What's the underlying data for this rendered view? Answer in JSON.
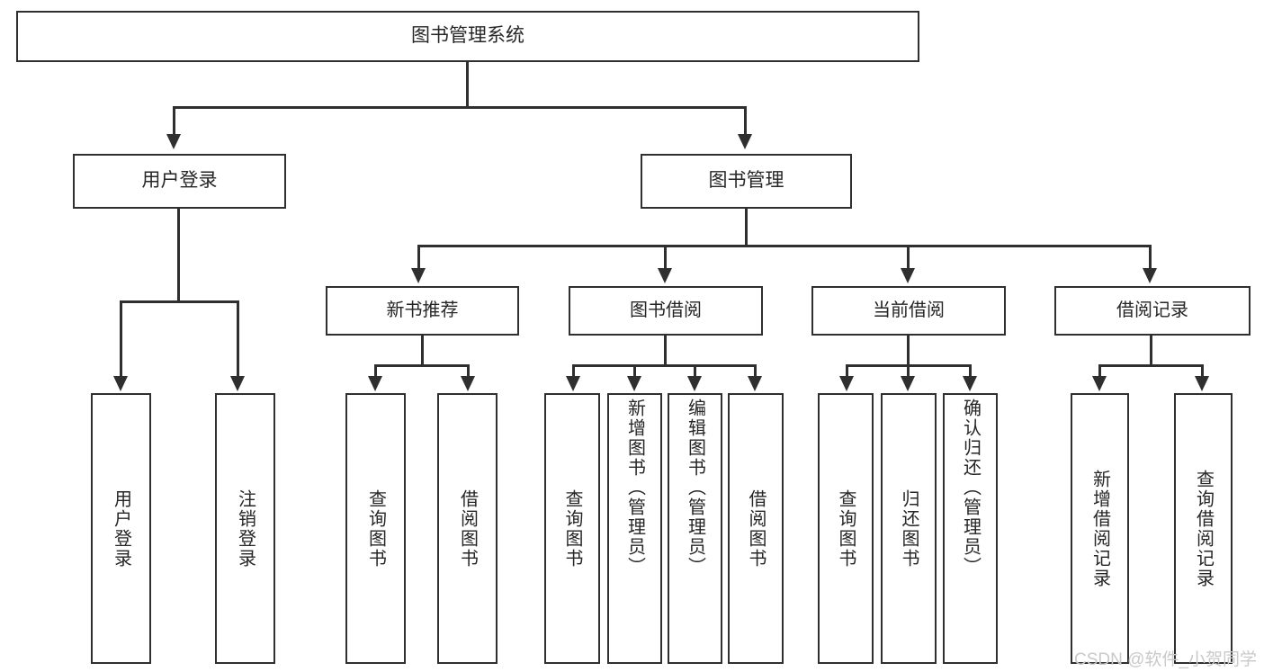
{
  "diagram": {
    "title": "图书管理系统",
    "type": "hierarchy-tree",
    "root": {
      "label": "图书管理系统"
    },
    "level1": [
      {
        "label": "用户登录"
      },
      {
        "label": "图书管理"
      }
    ],
    "level2": [
      {
        "label": "新书推荐"
      },
      {
        "label": "图书借阅"
      },
      {
        "label": "当前借阅"
      },
      {
        "label": "借阅记录"
      }
    ],
    "leaves": [
      {
        "label": "用户登录"
      },
      {
        "label": "注销登录"
      },
      {
        "label": "查询图书"
      },
      {
        "label": "借阅图书"
      },
      {
        "label": "查询图书"
      },
      {
        "label": "新增图书（管理员）"
      },
      {
        "label": "编辑图书（管理员）"
      },
      {
        "label": "借阅图书"
      },
      {
        "label": "查询图书"
      },
      {
        "label": "归还图书"
      },
      {
        "label": "确认归还（管理员）"
      },
      {
        "label": "新增借阅记录"
      },
      {
        "label": "查询借阅记录"
      }
    ]
  },
  "watermark": {
    "text": "CSDN @软件_小贺同学"
  },
  "colors": {
    "stroke": "#2f2f2f",
    "background": "#ffffff",
    "text": "#262626",
    "watermark": "#c9c9c9"
  }
}
